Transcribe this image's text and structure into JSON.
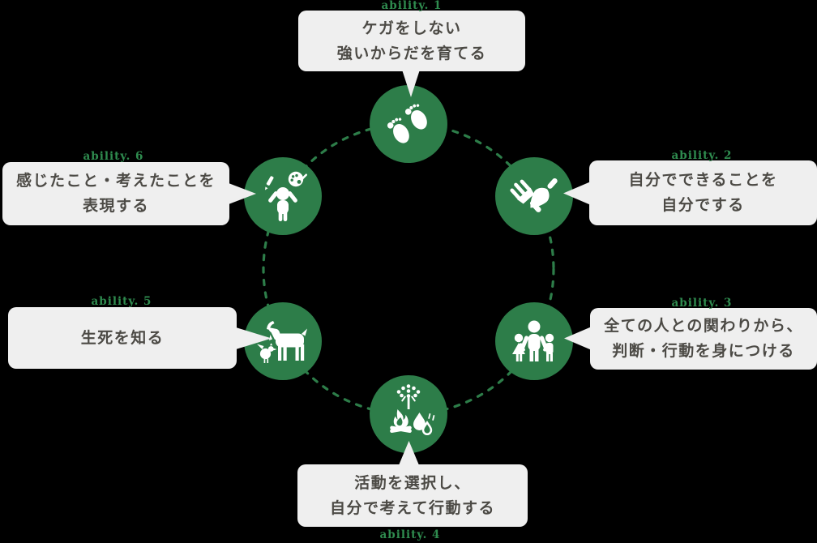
{
  "diagram_title": "six abilities circular diagram",
  "colors": {
    "background": "#000000",
    "circle_green": "#2d7d49",
    "label_green": "#2f8c4f",
    "bubble_gray": "#efefef",
    "text_gray": "#4c4a45",
    "icon_white": "#ffffff"
  },
  "abilities": [
    {
      "label": "ability. 1",
      "text": "ケガをしない\n強いからだを育てる",
      "icon": "footprints-icon"
    },
    {
      "label": "ability. 2",
      "text": "自分でできることを\n自分でする",
      "icon": "garden-tools-icon"
    },
    {
      "label": "ability. 3",
      "text": "全ての人との関わりから、\n判断・行動を身につける",
      "icon": "family-icon"
    },
    {
      "label": "ability. 4",
      "text": "活動を選択し、\n自分で考えて行動する",
      "icon": "nature-activity-icon"
    },
    {
      "label": "ability. 5",
      "text": "生死を知る",
      "icon": "goat-chicken-icon"
    },
    {
      "label": "ability. 6",
      "text": "感じたこと・考えたことを\n表現する",
      "icon": "child-expression-icon"
    }
  ]
}
